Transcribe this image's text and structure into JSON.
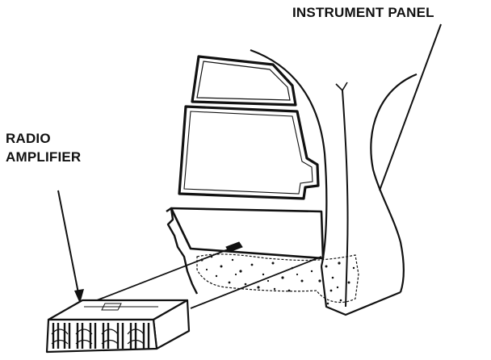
{
  "labels": {
    "instrument_panel": "INSTRUMENT PANEL",
    "radio_amplifier_line1": "RADIO",
    "radio_amplifier_line2": "AMPLIFIER"
  },
  "colors": {
    "ink": "#111111",
    "paper": "#ffffff"
  }
}
